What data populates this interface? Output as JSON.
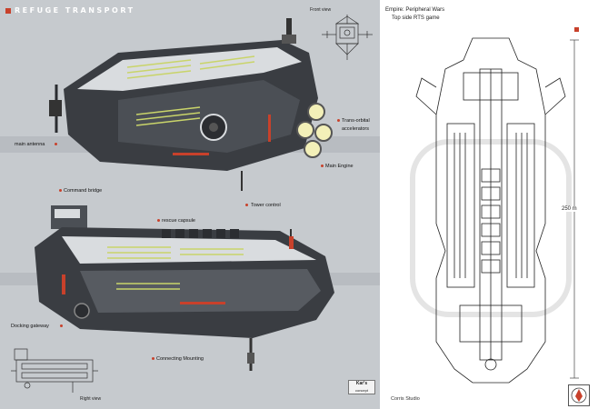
{
  "title": "REFUGE TRANSPORT",
  "views": {
    "front": "Front view",
    "right": "Right view"
  },
  "callouts": {
    "main_antenna": "main antenna",
    "trans_orbital_1": "Trans-orbital",
    "trans_orbital_2": "accelerators",
    "main_engine": "Main Engine",
    "tower_control": "Tower control",
    "command_bridge": "Command bridge",
    "rescue_capsule": "rescue capsule",
    "docking_gateway": "Docking gateway",
    "connecting_mounting": "Connecting Mounting"
  },
  "right_panel": {
    "game_line1": "Empire: Peripheral Wars",
    "game_line2": "Top side RTS game",
    "length": "250 m",
    "studio": "Corris Studio"
  },
  "badge": {
    "line1": "Kar's",
    "line2": "concept"
  },
  "colors": {
    "accent": "#c8412b",
    "hull_dark": "#3a3d42",
    "hull_light": "#d9dcdf",
    "stripe_green": "#c9d46a"
  }
}
